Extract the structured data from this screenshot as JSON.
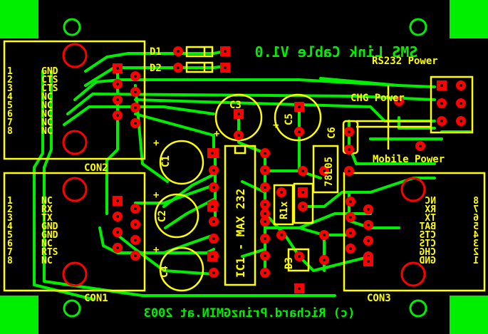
{
  "board": {
    "title": "SMS Link Cable V1.0",
    "copyright": "(c) Richard.PrinzGMIN.at 2003",
    "colors": {
      "background": "#000000",
      "copper": "#00ee00",
      "silkscreen": "#ffff00",
      "pad": "#ff0000"
    }
  },
  "connectors": {
    "con1": {
      "label": "CON1",
      "pins": [
        "1",
        "2",
        "3",
        "4",
        "5",
        "6",
        "7",
        "8"
      ],
      "signals": [
        "NC",
        "RX",
        "TX",
        "GND",
        "GND",
        "NC",
        "RTS",
        "NC"
      ]
    },
    "con2": {
      "label": "CON2",
      "pins": [
        "1",
        "2",
        "3",
        "4",
        "5",
        "6",
        "7",
        "8"
      ],
      "signals": [
        "GND",
        "CTS",
        "CTS",
        "NC",
        "NC",
        "NC",
        "NC",
        "NC"
      ]
    },
    "con3": {
      "label": "CON3",
      "pins": [
        "8",
        "7",
        "6",
        "5",
        "4",
        "3",
        "2",
        "1"
      ],
      "signals": [
        "NC",
        "RX",
        "TX",
        "BAT",
        "CTS",
        "CTS",
        "CHG",
        "GND"
      ]
    }
  },
  "components": {
    "c1": "C1",
    "c2": "C2",
    "c3": "C3",
    "c4": "C4",
    "c5": "C5",
    "c6": "C6",
    "ic1": "IC1 - MAX 232",
    "r1": "R1x",
    "d1": "D1",
    "d2": "D2",
    "d3": "D3",
    "reg": "78L05",
    "plus": "+"
  },
  "jumper_labels": {
    "rs232_power": "RS232 Power",
    "chg_power": "CHG Power",
    "mobile_power": "Mobile Power"
  }
}
